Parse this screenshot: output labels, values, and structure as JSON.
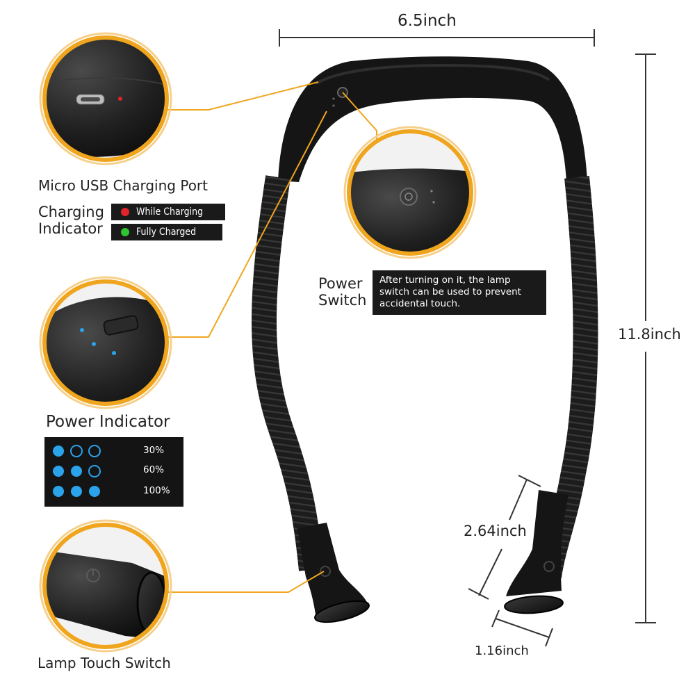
{
  "dimensions": {
    "width": "6.5inch",
    "height": "11.8inch",
    "neck_length": "2.64inch",
    "head_diameter": "1.16inch"
  },
  "callouts": {
    "usb": {
      "title": "Micro USB Charging Port",
      "icon": "micro-usb-port-icon"
    },
    "charging_indicator": {
      "title_line1": "Charging",
      "title_line2": "Indicator",
      "states": [
        {
          "label": "While Charging",
          "color": "#e0242a"
        },
        {
          "label": "Fully Charged",
          "color": "#2ec52e"
        }
      ]
    },
    "power_switch": {
      "title_line1": "Power",
      "title_line2": "Switch",
      "note": "After turning on it, the lamp switch can be used to prevent accidental touch."
    },
    "power_indicator": {
      "title": "Power Indicator",
      "levels": [
        {
          "label": "30%",
          "lit": 1
        },
        {
          "label": "60%",
          "lit": 2
        },
        {
          "label": "100%",
          "lit": 3
        }
      ]
    },
    "lamp_touch": {
      "title": "Lamp Touch Switch",
      "icon": "touch-power-icon"
    }
  },
  "colors": {
    "accent": "#f0a51e",
    "product": "#151515",
    "indicator_blue": "#2aa3ea"
  }
}
